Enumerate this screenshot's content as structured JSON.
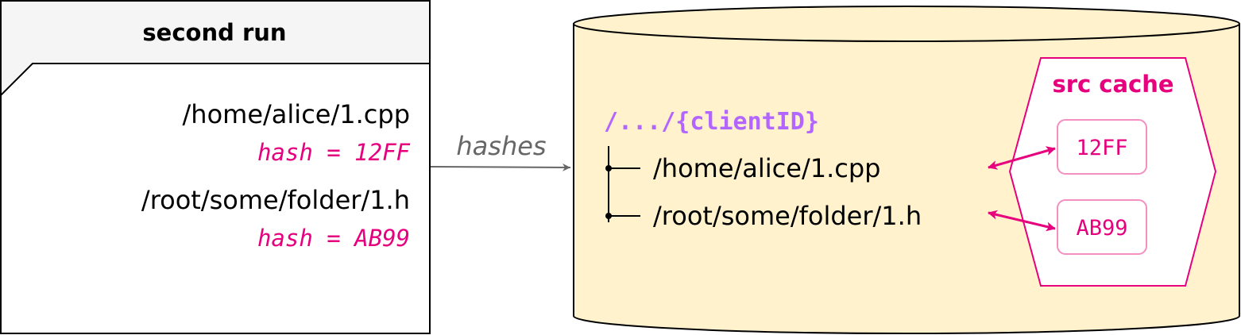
{
  "left_panel": {
    "title": "second run",
    "files": [
      {
        "path": "/home/alice/1.cpp",
        "hash_label": "hash = 12FF"
      },
      {
        "path": "/root/some/folder/1.h",
        "hash_label": "hash = AB99"
      }
    ]
  },
  "arrow_label": "hashes",
  "storage": {
    "client_path": "/.../{clientID}",
    "tree_items": [
      "/home/alice/1.cpp",
      "/root/some/folder/1.h"
    ],
    "cache": {
      "title": "src cache",
      "entries": [
        "12FF",
        "AB99"
      ]
    }
  },
  "colors": {
    "pink": "#e6007e",
    "purple": "#b266ff",
    "cylinder_fill": "#fff2cc",
    "entry_border": "#f48fc1",
    "arrow_gray": "#666666",
    "header_fill": "#f5f5f5"
  }
}
